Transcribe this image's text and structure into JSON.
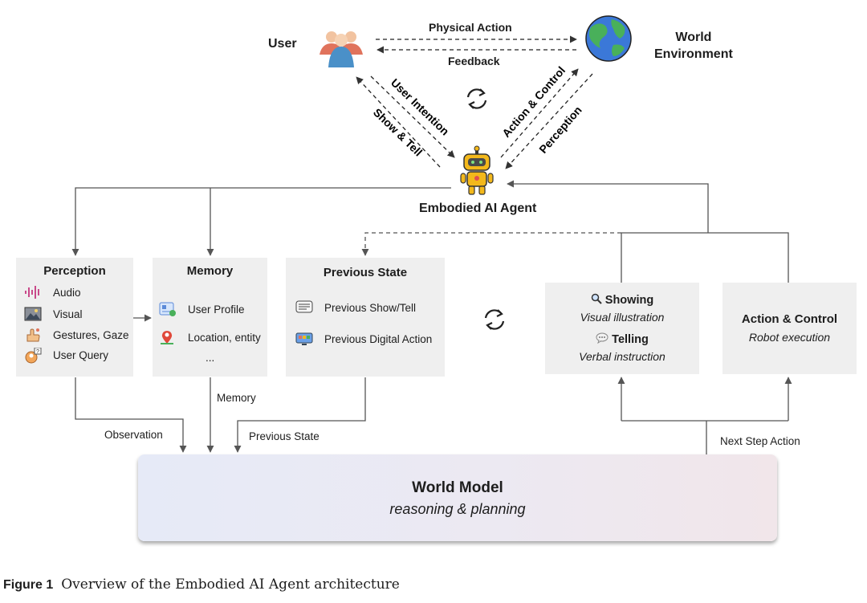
{
  "nodes": {
    "user": "User",
    "world_environment": [
      "World",
      "Environment"
    ],
    "agent": "Embodied AI Agent"
  },
  "edges": {
    "physical_action": "Physical Action",
    "feedback": "Feedback",
    "user_intention": "User Intention",
    "show_tell": "Show & Tell",
    "action_control": "Action & Control",
    "perception": "Perception",
    "observation": "Observation",
    "memory": "Memory",
    "previous_state": "Previous State",
    "next_step_action": "Next Step Action"
  },
  "perception_box": {
    "title": "Perception",
    "items": [
      {
        "label": "Audio",
        "icon": "audio-wave-icon"
      },
      {
        "label": "Visual",
        "icon": "image-icon"
      },
      {
        "label": "Gestures, Gaze",
        "icon": "hand-gesture-icon"
      },
      {
        "label": "User Query",
        "icon": "user-question-icon"
      }
    ]
  },
  "memory_box": {
    "title": "Memory",
    "items": [
      {
        "label": "User Profile",
        "icon": "profile-card-icon"
      },
      {
        "label": "Location, entity",
        "icon": "map-pin-icon"
      },
      {
        "label": "...",
        "icon": ""
      }
    ]
  },
  "previous_state_box": {
    "title": "Previous State",
    "items": [
      {
        "label": "Previous Show/Tell",
        "icon": "chat-lines-icon"
      },
      {
        "label": "Previous Digital Action",
        "icon": "screen-apps-icon"
      }
    ]
  },
  "showing_box": {
    "showing_title": "Showing",
    "showing_sub": "Visual illustration",
    "telling_title": "Telling",
    "telling_sub": "Verbal  instruction"
  },
  "action_box": {
    "title": "Action & Control",
    "sub": "Robot execution"
  },
  "world_model": {
    "title": "World Model",
    "sub": "reasoning & planning"
  },
  "caption": {
    "label": "Figure 1",
    "text": "Overview of the Embodied AI Agent architecture"
  },
  "colors": {
    "box_bg": "#efefef",
    "line": "#444444",
    "earth_blue": "#3b78d8",
    "earth_green": "#49b05a",
    "robot_yellow": "#f3b81b"
  }
}
